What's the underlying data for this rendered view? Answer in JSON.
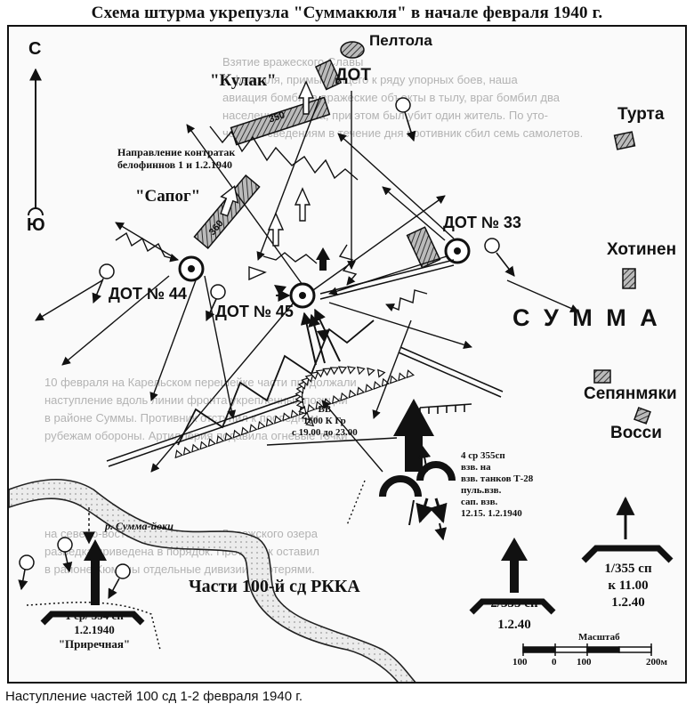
{
  "title": "Схема штурма укрепузла \"Суммакюля\" в начале февраля 1940 г.",
  "caption": "Наступление частей 100 сд 1-2 февраля 1940 г.",
  "compass": {
    "north": "С",
    "south": "Ю"
  },
  "places": {
    "peltola": "Пелтола",
    "turta": "Турта",
    "hotinen": "Хотинен",
    "summa": "С У М М А",
    "sepanmaki": "Сепянмяки",
    "vossi": "Восси"
  },
  "bunkers": {
    "kulak": "\"Кулак\"",
    "dot": "ДОТ",
    "sapog": "\"Сапог\"",
    "dot33": "ДОТ № 33",
    "dot44": "ДОТ № 44",
    "dot45": "ДОТ № 45"
  },
  "strength_labels": {
    "s350": "350",
    "s360": "360"
  },
  "counterattack": [
    "Направление контратак",
    "белофиннов 1 и 1.2.1940"
  ],
  "vv": [
    "ВВ",
    "1600 К Гр",
    "с 19.00 до 23.00"
  ],
  "battalion": [
    "4 ср 355сп",
    "взв. на",
    "взв. танков Т-28",
    "пуль.взв.",
    "сап. взв.",
    "12.15. 1.2.1940"
  ],
  "river": "р. Сумма-йоки",
  "units": {
    "main": "Части 100-й сд РККА",
    "u554": [
      "1 ср/ 554 сп",
      "1.2.1940",
      "\"Приречная\""
    ],
    "u2_355": [
      "2/355 сп",
      "1.2.40"
    ],
    "u1_355": [
      "1/355 сп",
      "к 11.00",
      "1.2.40"
    ]
  },
  "scale": {
    "title": "Масштаб",
    "ticks": [
      "100",
      "0",
      "100",
      "200м"
    ]
  },
  "background_text": [
    "Взятие вражеского Славы",
    "8 февраля, примыкающего к ряду упорных боев, наша",
    "авиация бомбила вражеские объекты в тылу, враг бомбил два",
    "населенных пункта, при этом был убит один житель. По уто-",
    "ченным сведениям в течение дня противник сбил семь самолетов.",
    "10 февраля на Карельском перешейке части продолжали",
    "наступление вдоль линии фронта укрепленных позиций",
    "в районе Суммы. Противник отступил к последним",
    "рубежам обороны. Артиллерия подавила огневые точки",
    "на северо-восточной стороне от Ладожского озера",
    "разведка приведена в порядок. Противник оставил",
    "в районе Кюмены отдельные дивизии с потерями."
  ]
}
